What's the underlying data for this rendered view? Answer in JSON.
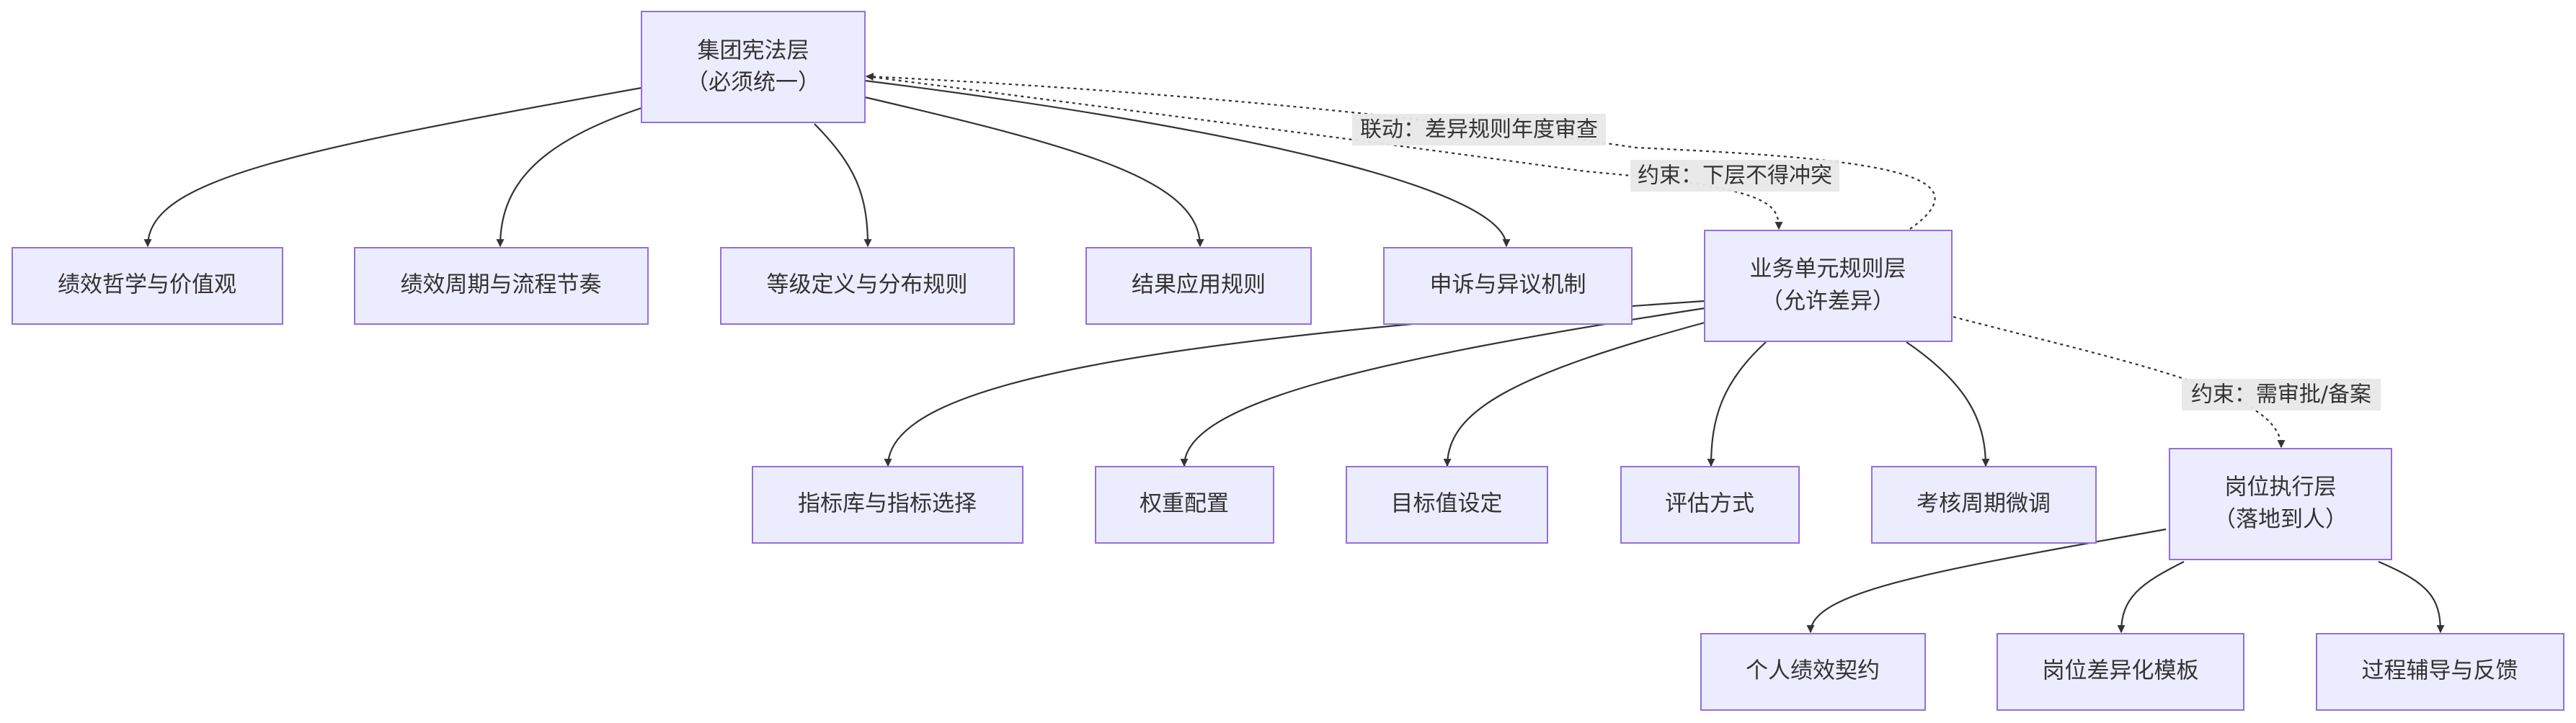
{
  "nodes": {
    "constitution": [
      "集团宪法层",
      "（必须统一）"
    ],
    "philosophy": [
      "绩效哲学与价值观"
    ],
    "cycle": [
      "绩效周期与流程节奏"
    ],
    "grade": [
      "等级定义与分布规则"
    ],
    "result": [
      "结果应用规则"
    ],
    "appeal": [
      "申诉与异议机制"
    ],
    "bu": [
      "业务单元规则层",
      "（允许差异）"
    ],
    "indicator": [
      "指标库与指标选择"
    ],
    "weight": [
      "权重配置"
    ],
    "target": [
      "目标值设定"
    ],
    "evalmode": [
      "评估方式"
    ],
    "period": [
      "考核周期微调"
    ],
    "post": [
      "岗位执行层",
      "（落地到人）"
    ],
    "contract": [
      "个人绩效契约"
    ],
    "template": [
      "岗位差异化模板"
    ],
    "coaching": [
      "过程辅导与反馈"
    ]
  },
  "edge_labels": {
    "linkage": "联动：差异规则年度审查",
    "constraint_bu": "约束：下层不得冲突",
    "constraint_post": "约束：需审批/备案"
  },
  "colors": {
    "node_fill": "#ECECFF",
    "node_stroke": "#9370DB",
    "line": "#333333",
    "label_bg": "#e8e8e8"
  }
}
